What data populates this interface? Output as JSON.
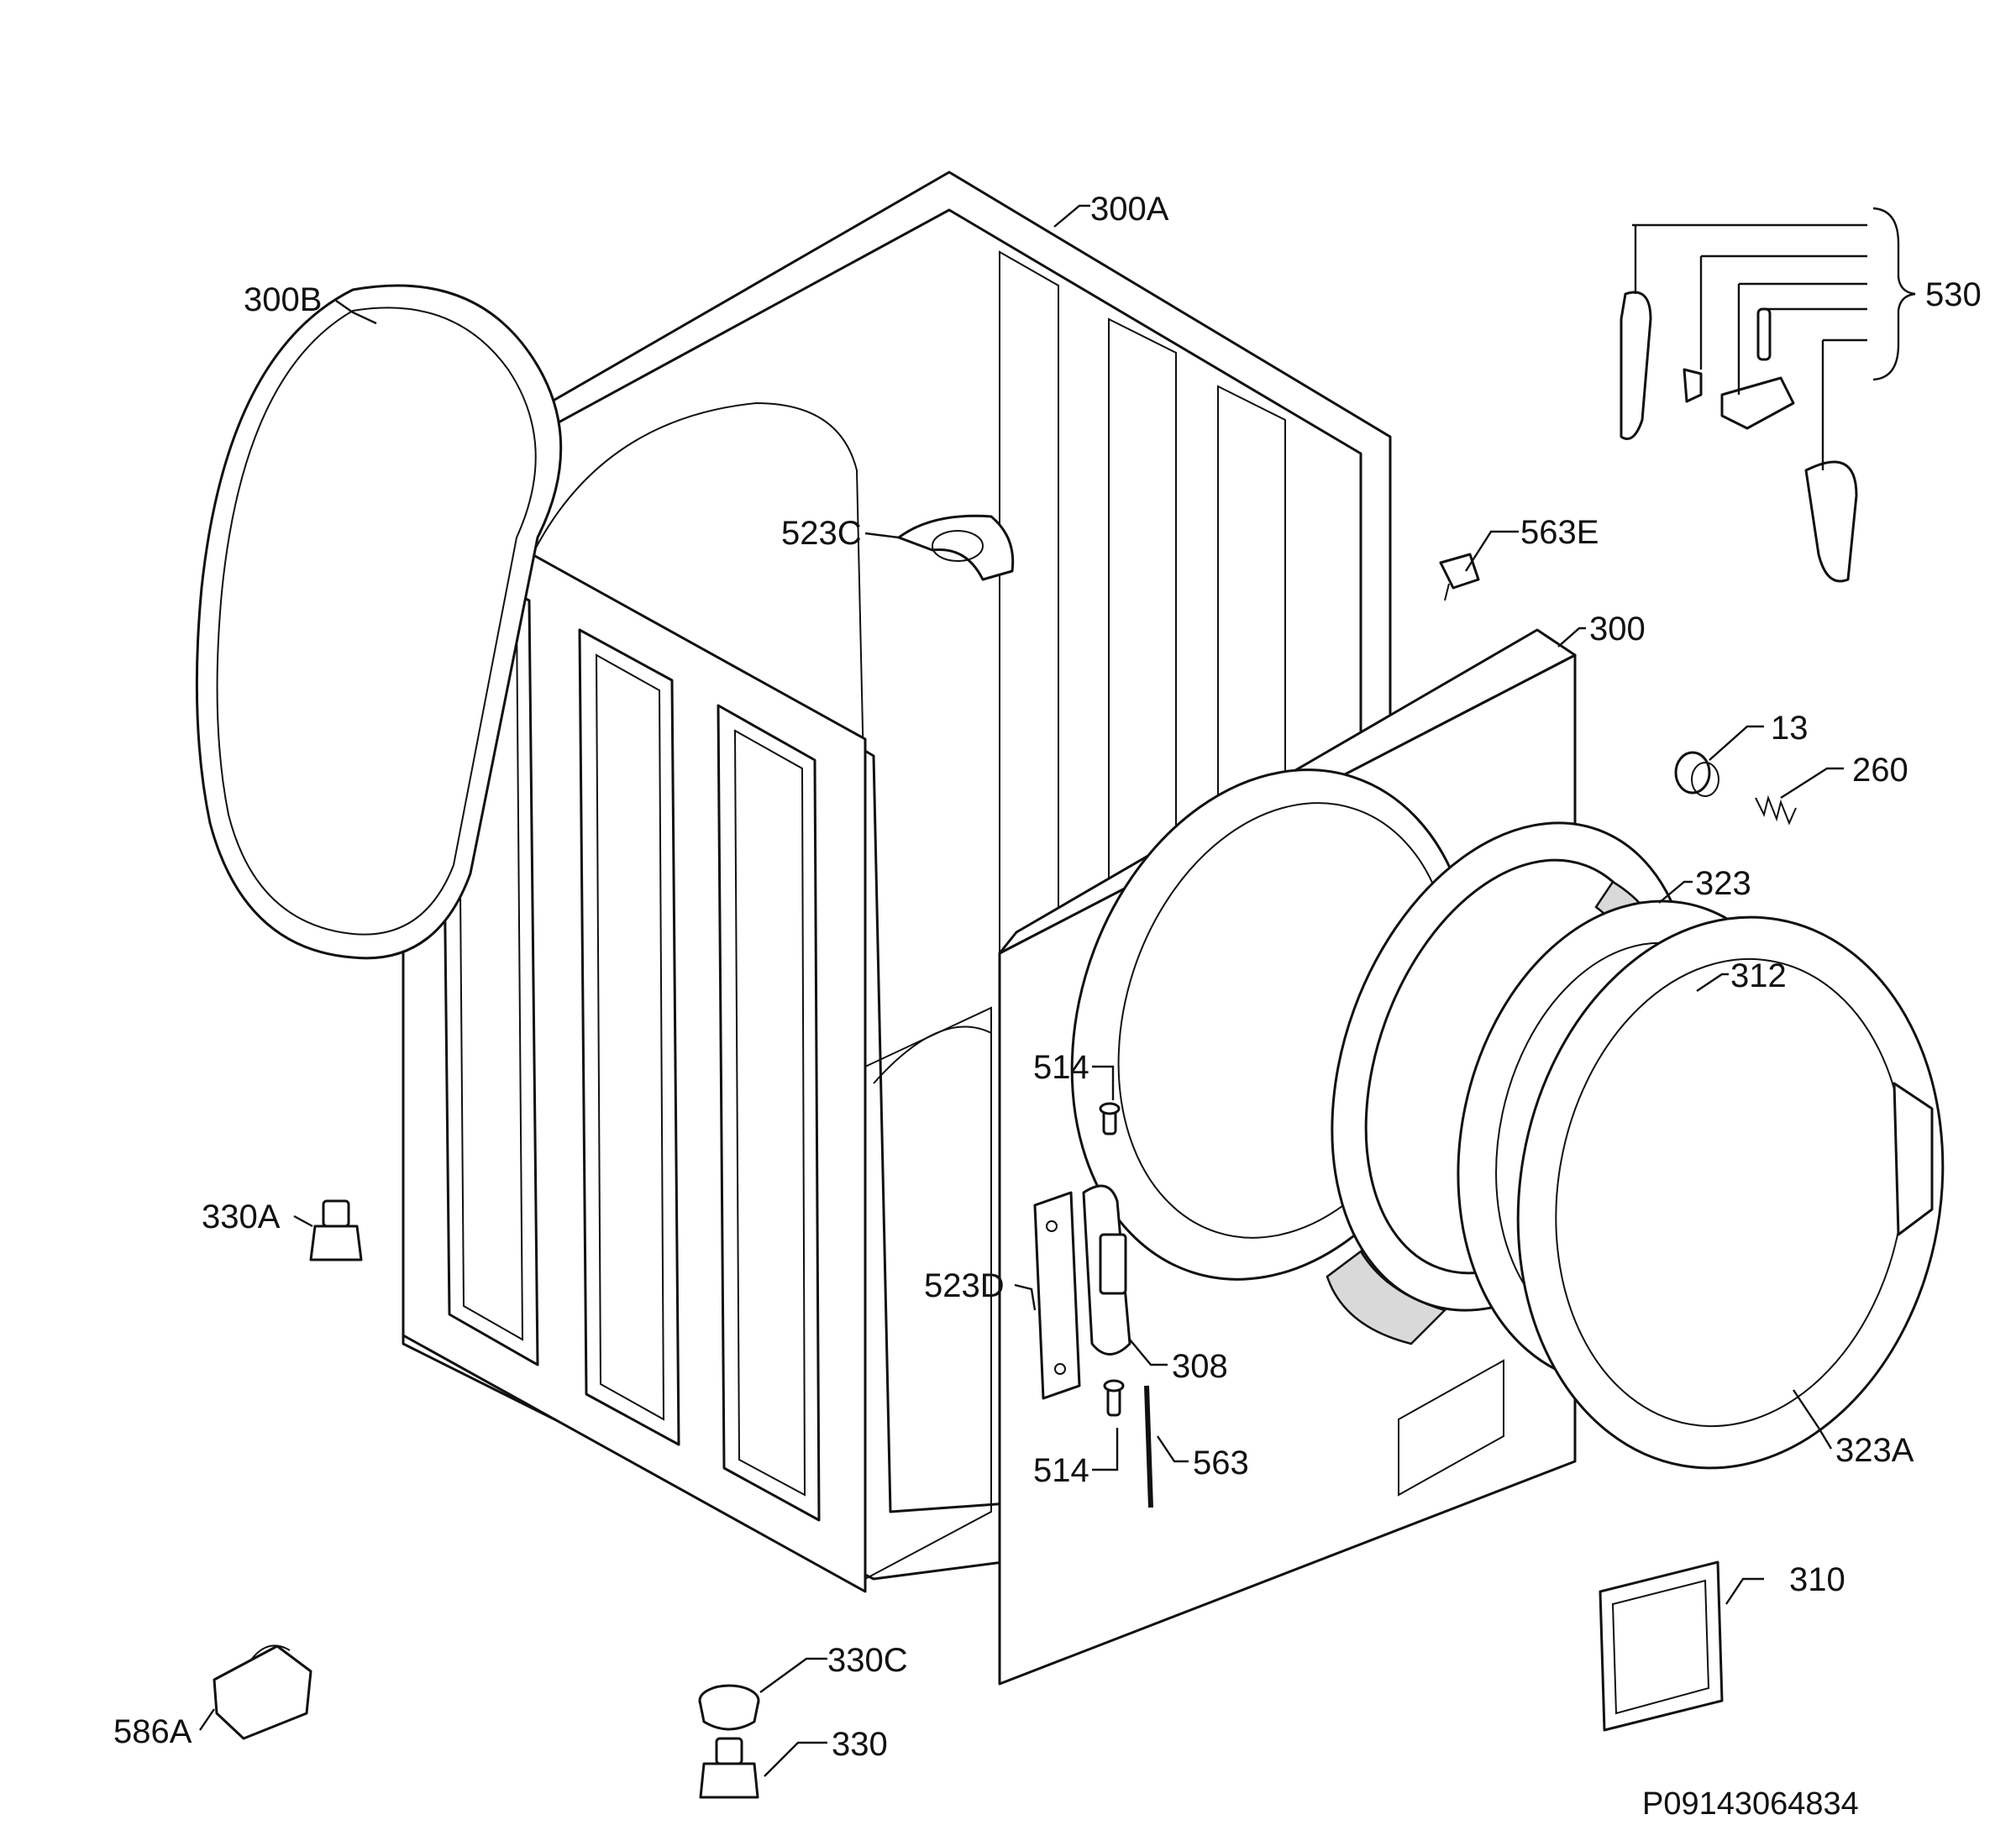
{
  "colors": {
    "line": "#111111",
    "background": "#ffffff",
    "shade": "#d9d9d9"
  },
  "labels": {
    "l_300A": "300A",
    "l_300B": "300B",
    "l_530": "530",
    "l_523C": "523C",
    "l_563E": "563E",
    "l_300": "300",
    "l_13": "13",
    "l_260": "260",
    "l_323": "323",
    "l_312": "312",
    "l_514a": "514",
    "l_330A": "330A",
    "l_523D": "523D",
    "l_308": "308",
    "l_514b": "514",
    "l_563": "563",
    "l_323A": "323A",
    "l_310": "310",
    "l_330C": "330C",
    "l_586A": "586A",
    "l_330": "330"
  },
  "drawing_code": "P09143064834"
}
